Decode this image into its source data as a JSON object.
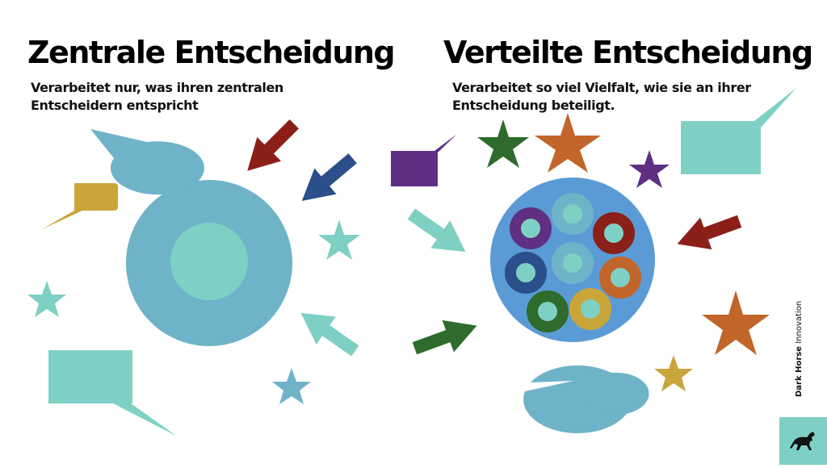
{
  "left": {
    "title": "Zentrale Entscheidung",
    "subtitle_lines": [
      "Verarbeitet nur, was  ihren zentralen",
      "Entscheidern entspricht"
    ]
  },
  "right": {
    "title": "Verteilte Entscheidung",
    "subtitle_lines": [
      "Verarbeitet so viel Vielfalt, wie sie an ihrer",
      "Entscheidung beteiligt."
    ]
  },
  "brand": {
    "name": "Dark Horse",
    "suffix": "Innovation",
    "logo_icon": "horse-icon"
  },
  "colors": {
    "teal": "#7fd0c4",
    "blue": "#6fb3c9",
    "sky": "#5b9bd5",
    "red": "#8b2018",
    "navy": "#2a4f8a",
    "purple": "#5e2f82",
    "green": "#2e6b2c",
    "orange": "#c1652a",
    "gold": "#c9a53a",
    "lightblue": "#7fb7cc"
  }
}
